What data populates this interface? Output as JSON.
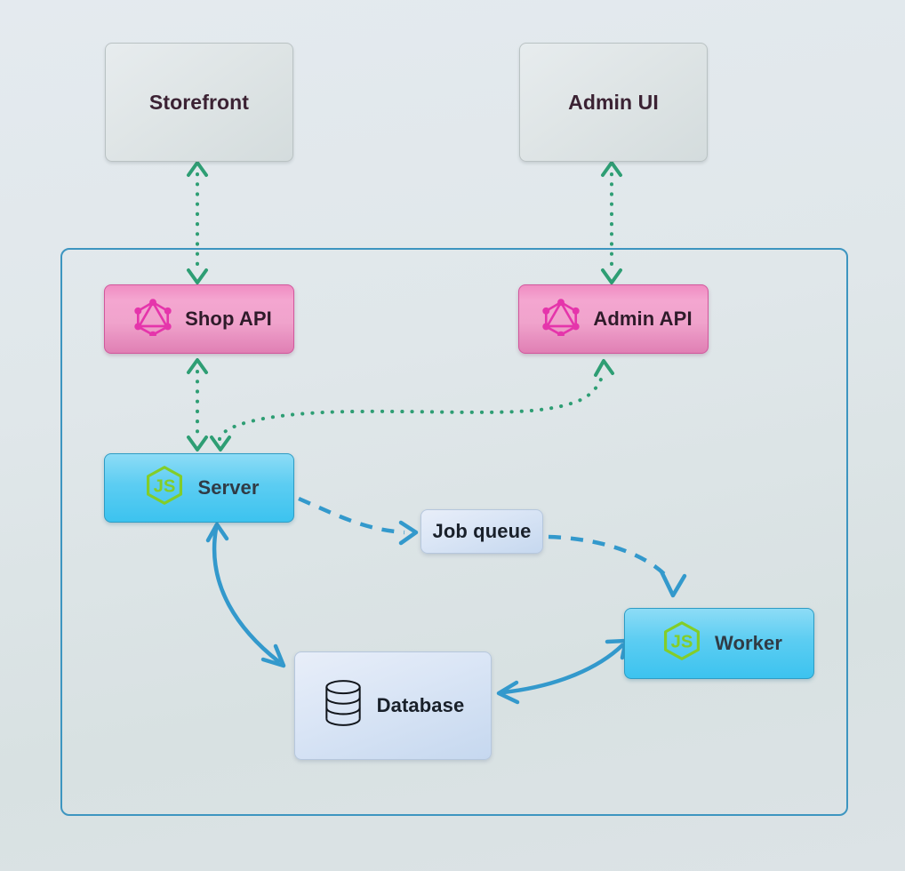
{
  "diagram": {
    "title": "Vendure architecture diagram",
    "colors": {
      "background_top": "#e4eaef",
      "background_bottom": "#d8e1e2",
      "container_border": "#3d95c0",
      "graphql_pink": "#e535ab",
      "nodejs_green": "#83cd29",
      "dotted_edge_green": "#2e9e74",
      "solid_edge_blue": "#3399cc",
      "client_text": "#3b2233"
    },
    "container": {
      "name": "server-container",
      "border_color": "#3d95c0"
    },
    "nodes": [
      {
        "id": "storefront",
        "label": "Storefront",
        "style": "client",
        "icon": "none"
      },
      {
        "id": "adminui",
        "label": "Admin UI",
        "style": "client",
        "icon": "none"
      },
      {
        "id": "shopapi",
        "label": "Shop API",
        "style": "api",
        "icon": "graphql-icon"
      },
      {
        "id": "adminapi",
        "label": "Admin API",
        "style": "api",
        "icon": "graphql-icon"
      },
      {
        "id": "server",
        "label": "Server",
        "style": "runtime",
        "icon": "nodejs-icon"
      },
      {
        "id": "jobqueue",
        "label": "Job queue",
        "style": "store",
        "icon": "none"
      },
      {
        "id": "worker",
        "label": "Worker",
        "style": "runtime",
        "icon": "nodejs-icon"
      },
      {
        "id": "database",
        "label": "Database",
        "style": "store",
        "icon": "database-cylinder-icon"
      }
    ],
    "edges": [
      {
        "id": "storefront-shopapi",
        "from": "storefront",
        "to": "shopapi",
        "line": "dotted",
        "color": "#2e9e74",
        "direction": "both"
      },
      {
        "id": "adminui-adminapi",
        "from": "adminui",
        "to": "adminapi",
        "line": "dotted",
        "color": "#2e9e74",
        "direction": "both"
      },
      {
        "id": "shopapi-server",
        "from": "shopapi",
        "to": "server",
        "line": "dotted",
        "color": "#2e9e74",
        "direction": "both"
      },
      {
        "id": "server-adminapi",
        "from": "server",
        "to": "adminapi",
        "line": "dotted",
        "color": "#2e9e74",
        "direction": "both"
      },
      {
        "id": "server-jobqueue",
        "from": "server",
        "to": "jobqueue",
        "line": "dashed",
        "color": "#3399cc",
        "direction": "forward"
      },
      {
        "id": "jobqueue-worker",
        "from": "jobqueue",
        "to": "worker",
        "line": "dashed",
        "color": "#3399cc",
        "direction": "forward"
      },
      {
        "id": "server-database",
        "from": "server",
        "to": "database",
        "line": "solid",
        "color": "#3399cc",
        "direction": "both"
      },
      {
        "id": "worker-database",
        "from": "worker",
        "to": "database",
        "line": "solid",
        "color": "#3399cc",
        "direction": "both"
      }
    ]
  }
}
